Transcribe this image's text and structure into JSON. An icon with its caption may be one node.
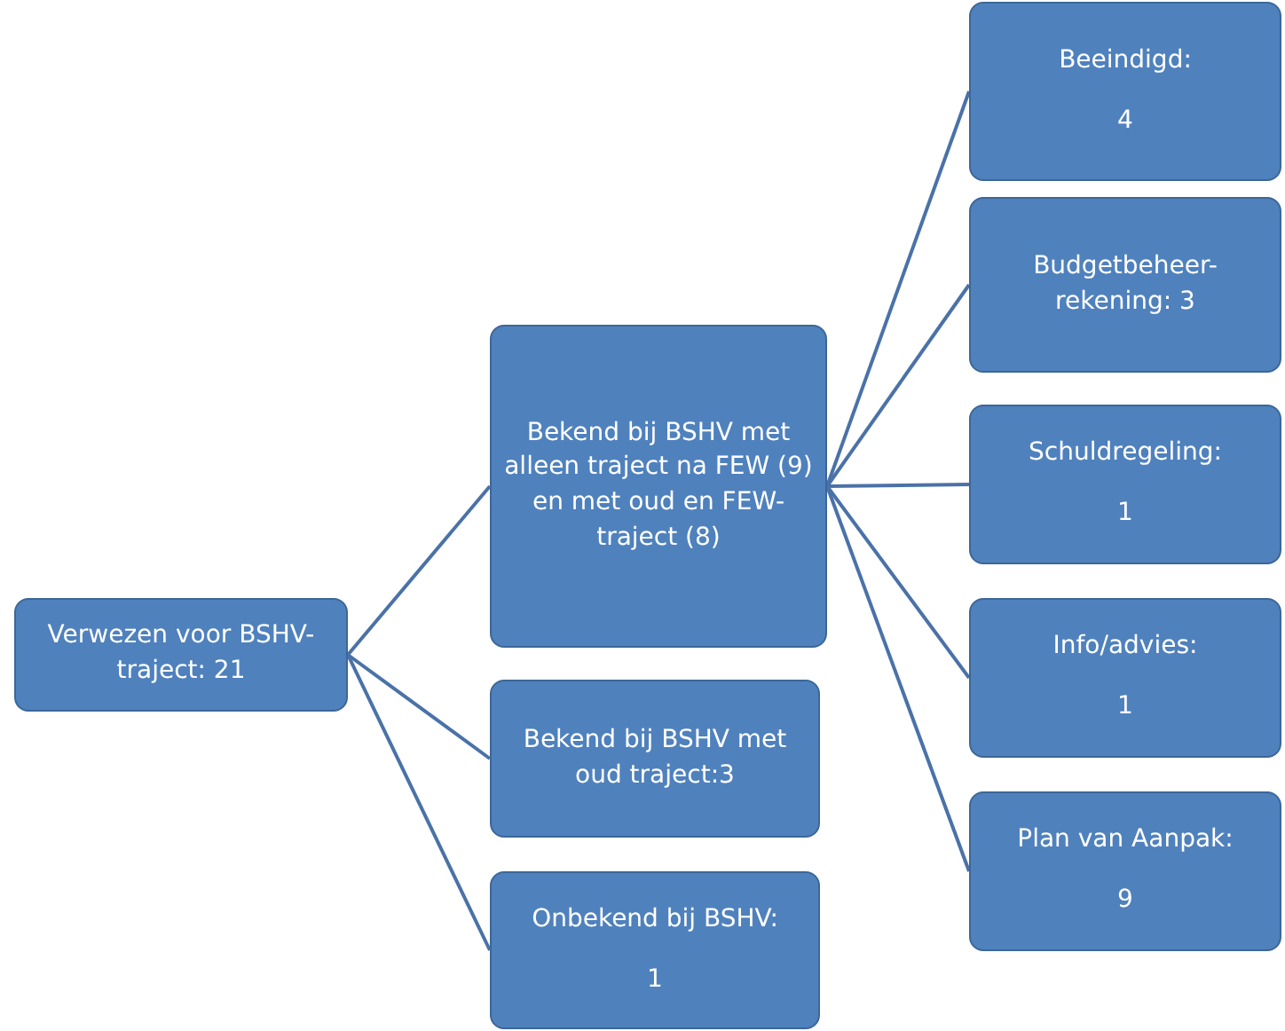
{
  "diagram": {
    "nodes": [
      {
        "text": [
          "Verwezen voor BSHV-traject: 21"
        ]
      },
      {
        "text": [
          "Bekend bij BSHV met alleen traject na FEW (9) en met oud en FEW-traject (8)"
        ]
      },
      {
        "text": [
          "Bekend bij BSHV met oud traject:3"
        ]
      },
      {
        "text": [
          "Onbekend bij BSHV:",
          "1"
        ]
      },
      {
        "text": [
          "Beeindigd:",
          "4"
        ]
      },
      {
        "text": [
          "Budgetbeheer-rekening: 3"
        ]
      },
      {
        "text": [
          "Schuldregeling:",
          "1"
        ]
      },
      {
        "text": [
          "Info/advies:",
          "1"
        ]
      },
      {
        "text": [
          "Plan van Aanpak:",
          "9"
        ]
      }
    ],
    "edges": [
      {
        "from": 0,
        "to": 1,
        "arrow": "none"
      },
      {
        "from": 0,
        "to": 2,
        "arrow": "none"
      },
      {
        "from": 0,
        "to": 3,
        "arrow": "none"
      },
      {
        "from": 1,
        "to": 4,
        "arrow": "none"
      },
      {
        "from": 1,
        "to": 5,
        "arrow": "none"
      },
      {
        "from": 1,
        "to": 6,
        "arrow": "none"
      },
      {
        "from": 1,
        "to": 7,
        "arrow": "none"
      },
      {
        "from": 1,
        "to": 8,
        "arrow": "none"
      }
    ]
  }
}
